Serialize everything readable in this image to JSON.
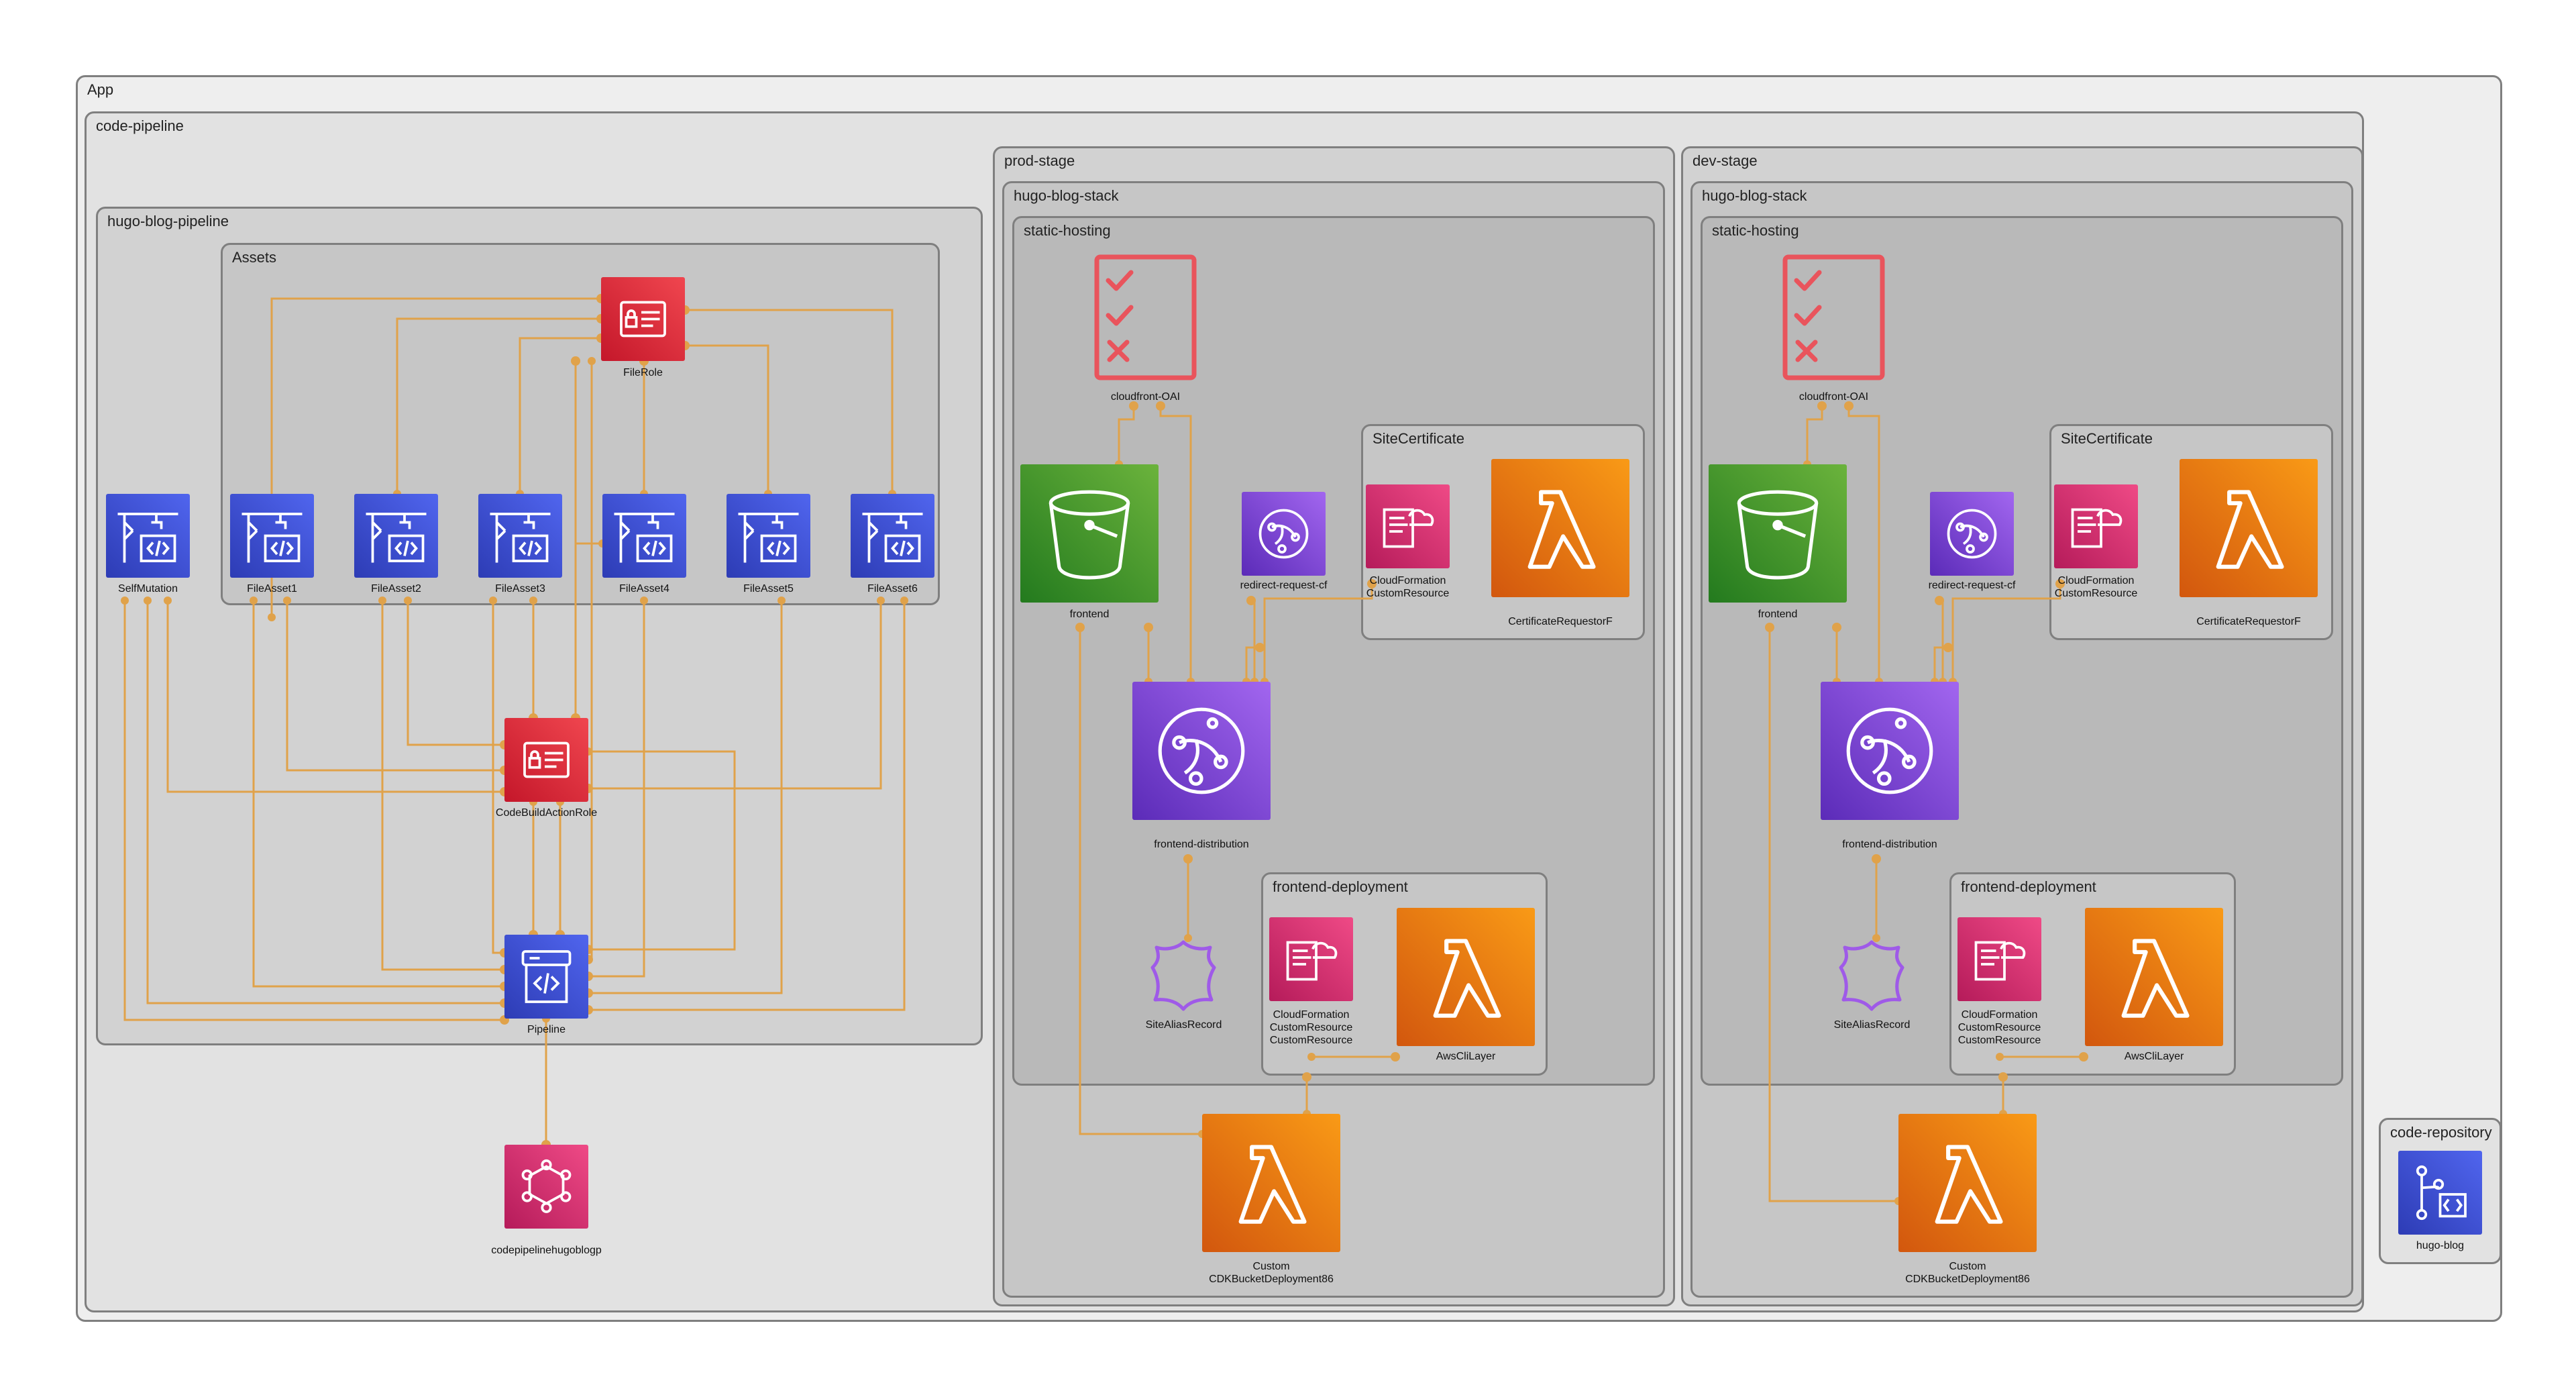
{
  "diagram": {
    "edge_color": "#e0a24a",
    "groups": [
      {
        "id": "app",
        "label": "App"
      },
      {
        "id": "code-pipeline",
        "label": "code-pipeline"
      },
      {
        "id": "hugo-blog-pipeline",
        "label": "hugo-blog-pipeline"
      },
      {
        "id": "assets",
        "label": "Assets"
      },
      {
        "id": "prod-stage",
        "label": "prod-stage"
      },
      {
        "id": "prod-hugo-blog-stack",
        "label": "hugo-blog-stack"
      },
      {
        "id": "prod-static-hosting",
        "label": "static-hosting"
      },
      {
        "id": "prod-site-certificate",
        "label": "SiteCertificate"
      },
      {
        "id": "prod-frontend-deployment",
        "label": "frontend-deployment"
      },
      {
        "id": "dev-stage",
        "label": "dev-stage"
      },
      {
        "id": "dev-hugo-blog-stack",
        "label": "hugo-blog-stack"
      },
      {
        "id": "dev-static-hosting",
        "label": "static-hosting"
      },
      {
        "id": "dev-site-certificate",
        "label": "SiteCertificate"
      },
      {
        "id": "dev-frontend-deployment",
        "label": "frontend-deployment"
      },
      {
        "id": "code-repository",
        "label": "code-repository"
      }
    ],
    "nodes": [
      {
        "id": "fileRole",
        "label": "FileRole",
        "icon": "iam-role-icon",
        "color": "red"
      },
      {
        "id": "selfMutation",
        "label": "SelfMutation",
        "icon": "codebuild-icon",
        "color": "blue"
      },
      {
        "id": "fileAsset1",
        "label": "FileAsset1",
        "icon": "codebuild-icon",
        "color": "blue"
      },
      {
        "id": "fileAsset2",
        "label": "FileAsset2",
        "icon": "codebuild-icon",
        "color": "blue"
      },
      {
        "id": "fileAsset3",
        "label": "FileAsset3",
        "icon": "codebuild-icon",
        "color": "blue"
      },
      {
        "id": "fileAsset4",
        "label": "FileAsset4",
        "icon": "codebuild-icon",
        "color": "blue"
      },
      {
        "id": "fileAsset5",
        "label": "FileAsset5",
        "icon": "codebuild-icon",
        "color": "blue"
      },
      {
        "id": "fileAsset6",
        "label": "FileAsset6",
        "icon": "codebuild-icon",
        "color": "blue"
      },
      {
        "id": "codeBuildActionRole",
        "label": "CodeBuildActionRole",
        "icon": "iam-role-icon",
        "color": "red"
      },
      {
        "id": "pipeline",
        "label": "Pipeline",
        "icon": "codepipeline-icon",
        "color": "blue"
      },
      {
        "id": "eventRule",
        "label": "codepipelinehugoblogp",
        "icon": "eventbridge-icon",
        "color": "pink"
      },
      {
        "id": "prodOai",
        "label": "cloudfront-OAI",
        "icon": "oai-checklist-icon",
        "color": "plain"
      },
      {
        "id": "prodFrontend",
        "label": "frontend",
        "icon": "s3-bucket-icon",
        "color": "green"
      },
      {
        "id": "prodRedirect",
        "label": "redirect-request-cf",
        "icon": "cloudfront-function-icon",
        "color": "purple"
      },
      {
        "id": "prodCertResource",
        "label": "CloudFormation\nCustomResource",
        "icon": "cloudformation-icon",
        "color": "pink"
      },
      {
        "id": "prodCertLambda",
        "label": "CertificateRequestorF",
        "icon": "lambda-icon",
        "color": "orange"
      },
      {
        "id": "prodDistribution",
        "label": "frontend-distribution",
        "icon": "cloudfront-icon",
        "color": "purple"
      },
      {
        "id": "prodAliasRecord",
        "label": "SiteAliasRecord",
        "icon": "route53-record-icon",
        "color": "plain"
      },
      {
        "id": "prodDeployResource",
        "label": "CloudFormation\nCustomResource\nCustomResource",
        "icon": "cloudformation-icon",
        "color": "pink"
      },
      {
        "id": "prodCliLayer",
        "label": "AwsCliLayer",
        "icon": "lambda-icon",
        "color": "orange"
      },
      {
        "id": "prodBucketDeploy",
        "label": "Custom\nCDKBucketDeployment86",
        "icon": "lambda-icon",
        "color": "orange"
      },
      {
        "id": "devOai",
        "label": "cloudfront-OAI",
        "icon": "oai-checklist-icon",
        "color": "plain"
      },
      {
        "id": "devFrontend",
        "label": "frontend",
        "icon": "s3-bucket-icon",
        "color": "green"
      },
      {
        "id": "devRedirect",
        "label": "redirect-request-cf",
        "icon": "cloudfront-function-icon",
        "color": "purple"
      },
      {
        "id": "devCertResource",
        "label": "CloudFormation\nCustomResource",
        "icon": "cloudformation-icon",
        "color": "pink"
      },
      {
        "id": "devCertLambda",
        "label": "CertificateRequestorF",
        "icon": "lambda-icon",
        "color": "orange"
      },
      {
        "id": "devDistribution",
        "label": "frontend-distribution",
        "icon": "cloudfront-icon",
        "color": "purple"
      },
      {
        "id": "devAliasRecord",
        "label": "SiteAliasRecord",
        "icon": "route53-record-icon",
        "color": "plain"
      },
      {
        "id": "devDeployResource",
        "label": "CloudFormation\nCustomResource\nCustomResource",
        "icon": "cloudformation-icon",
        "color": "pink"
      },
      {
        "id": "devCliLayer",
        "label": "AwsCliLayer",
        "icon": "lambda-icon",
        "color": "orange"
      },
      {
        "id": "devBucketDeploy",
        "label": "Custom\nCDKBucketDeployment86",
        "icon": "lambda-icon",
        "color": "orange"
      },
      {
        "id": "hugoBlogRepo",
        "label": "hugo-blog",
        "icon": "codecommit-icon",
        "color": "blue"
      }
    ],
    "edges": [
      {
        "from": "fileAsset1",
        "to": "fileRole"
      },
      {
        "from": "fileAsset2",
        "to": "fileRole"
      },
      {
        "from": "fileAsset3",
        "to": "fileRole"
      },
      {
        "from": "fileAsset4",
        "to": "fileRole"
      },
      {
        "from": "fileAsset5",
        "to": "fileRole"
      },
      {
        "from": "fileAsset6",
        "to": "fileRole"
      },
      {
        "from": "codeBuildActionRole",
        "to": "fileRole"
      },
      {
        "from": "selfMutation",
        "to": "codeBuildActionRole"
      },
      {
        "from": "fileAsset1",
        "to": "codeBuildActionRole"
      },
      {
        "from": "fileAsset2",
        "to": "codeBuildActionRole"
      },
      {
        "from": "fileAsset3",
        "to": "codeBuildActionRole"
      },
      {
        "from": "fileAsset4",
        "to": "codeBuildActionRole"
      },
      {
        "from": "fileAsset6",
        "to": "codeBuildActionRole"
      },
      {
        "from": "codeBuildActionRole",
        "to": "pipeline"
      },
      {
        "from": "selfMutation",
        "to": "pipeline"
      },
      {
        "from": "fileAsset1",
        "to": "pipeline"
      },
      {
        "from": "fileAsset2",
        "to": "pipeline"
      },
      {
        "from": "fileAsset3",
        "to": "pipeline"
      },
      {
        "from": "fileAsset4",
        "to": "pipeline"
      },
      {
        "from": "fileAsset5",
        "to": "pipeline"
      },
      {
        "from": "fileAsset6",
        "to": "pipeline"
      },
      {
        "from": "fileRole",
        "to": "pipeline"
      },
      {
        "from": "pipeline",
        "to": "eventRule"
      },
      {
        "from": "prodFrontend",
        "to": "prodOai"
      },
      {
        "from": "prodDistribution",
        "to": "prodOai"
      },
      {
        "from": "prodDistribution",
        "to": "prodFrontend"
      },
      {
        "from": "prodDistribution",
        "to": "prodRedirect"
      },
      {
        "from": "prodDistribution",
        "to": "prodCertResource"
      },
      {
        "from": "prodAliasRecord",
        "to": "prodDistribution"
      },
      {
        "from": "prodDeployResource",
        "to": "prodCliLayer"
      },
      {
        "from": "prodBucketDeploy",
        "to": "prodDeployResource"
      },
      {
        "from": "prodBucketDeploy",
        "to": "prodFrontend"
      },
      {
        "from": "devFrontend",
        "to": "devOai"
      },
      {
        "from": "devDistribution",
        "to": "devOai"
      },
      {
        "from": "devDistribution",
        "to": "devFrontend"
      },
      {
        "from": "devDistribution",
        "to": "devRedirect"
      },
      {
        "from": "devDistribution",
        "to": "devCertResource"
      },
      {
        "from": "devAliasRecord",
        "to": "devDistribution"
      },
      {
        "from": "devDeployResource",
        "to": "devCliLayer"
      },
      {
        "from": "devBucketDeploy",
        "to": "devDeployResource"
      },
      {
        "from": "devBucketDeploy",
        "to": "devFrontend"
      }
    ]
  }
}
